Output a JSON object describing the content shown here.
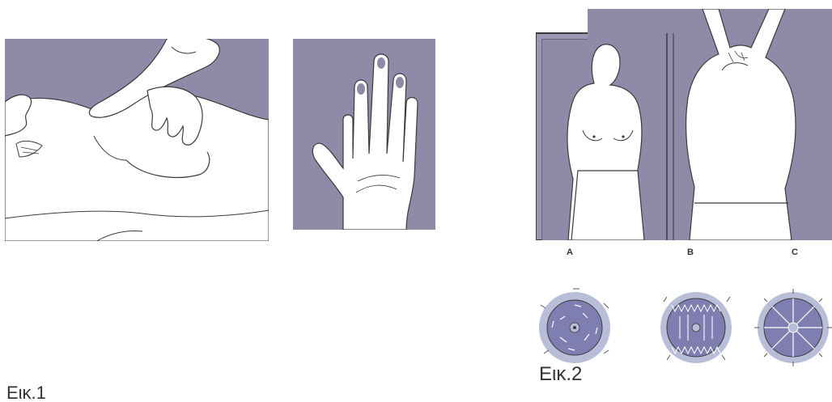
{
  "figure1": {
    "caption": "Εικ.1",
    "panels": [
      {
        "name": "lying-exam-illustration"
      },
      {
        "name": "hand-fingertips-illustration"
      }
    ]
  },
  "figure2": {
    "caption": "Εικ.2",
    "mirror_panel": {
      "name": "mirror-exam-illustration"
    },
    "patterns": [
      {
        "letter": "A",
        "name": "circular-pattern"
      },
      {
        "letter": "B",
        "name": "vertical-strip-pattern"
      },
      {
        "letter": "C",
        "name": "radial-wedge-pattern"
      }
    ]
  },
  "colors": {
    "panel_fill": "#8e8ba8",
    "body_fill": "#ffffff",
    "line": "#3a3a3a",
    "pattern_inner": "#7f7eb0",
    "pattern_ring": "#b8bed8"
  }
}
